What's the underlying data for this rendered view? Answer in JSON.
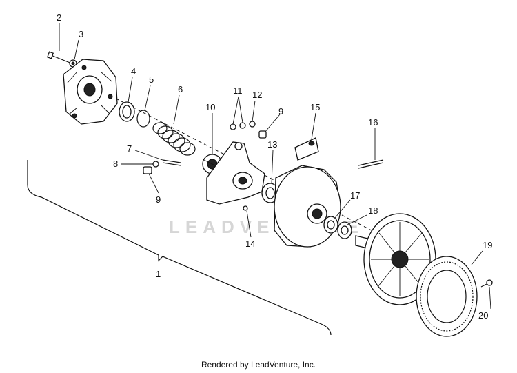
{
  "callouts": {
    "c1": "1",
    "c2": "2",
    "c3": "3",
    "c4": "4",
    "c5": "5",
    "c6": "6",
    "c7": "7",
    "c8": "8",
    "c9a": "9",
    "c9b": "9",
    "c10": "10",
    "c11": "11",
    "c12": "12",
    "c13": "13",
    "c14": "14",
    "c15": "15",
    "c16": "16",
    "c17": "17",
    "c18": "18",
    "c19": "19",
    "c20": "20"
  },
  "watermark": "LEADVENTURE",
  "footer": "Rendered by LeadVenture, Inc."
}
